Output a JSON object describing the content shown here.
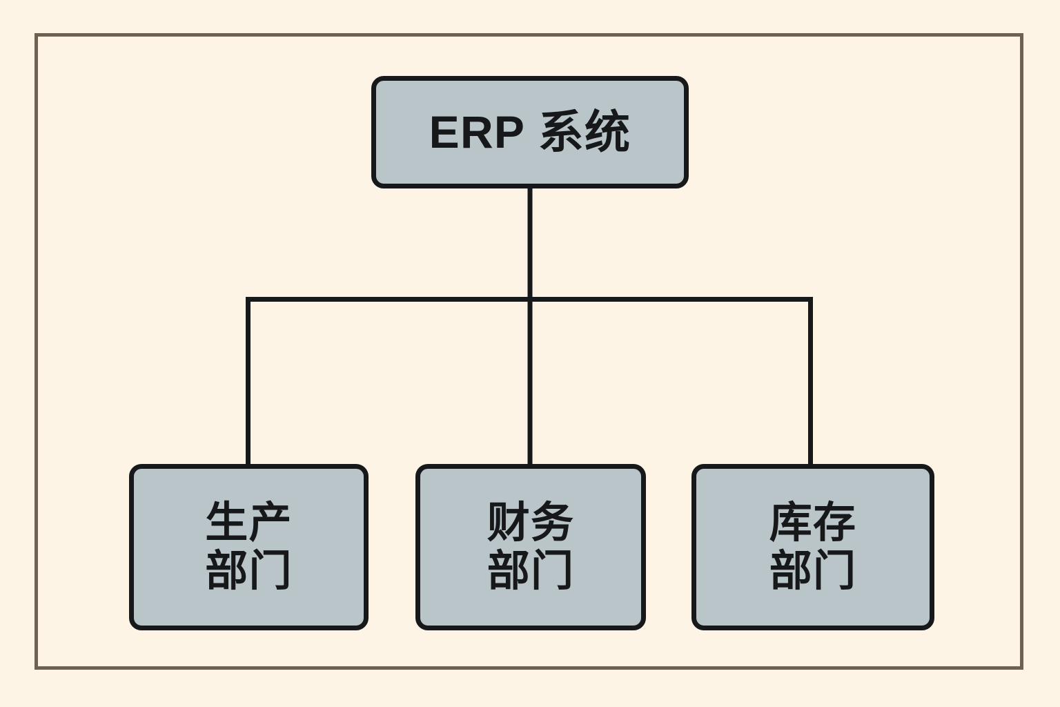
{
  "diagram": {
    "type": "org-tree",
    "orientation": "top-down",
    "background_color": "#fdf4e6",
    "frame_color": "#6d6151",
    "node_fill_color": "#b9c5c9",
    "node_border_color": "#17181a",
    "connector_color": "#17181a",
    "root": {
      "id": "erp-system",
      "label": "ERP 系统"
    },
    "children": [
      {
        "id": "production-department",
        "label": "生产\n部门"
      },
      {
        "id": "finance-department",
        "label": "财务\n部门"
      },
      {
        "id": "inventory-department",
        "label": "库存\n部门"
      }
    ]
  }
}
